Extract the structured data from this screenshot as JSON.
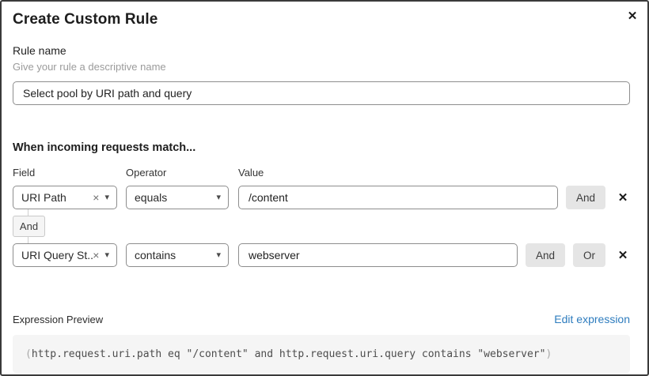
{
  "dialog": {
    "title": "Create Custom Rule"
  },
  "icons": {
    "close": "✕",
    "clear": "×",
    "caret_down": "▾",
    "remove_row": "✕"
  },
  "rule_name": {
    "label": "Rule name",
    "hint": "Give your rule a descriptive name",
    "value": "Select pool by URI path and query"
  },
  "match_section": {
    "heading": "When incoming requests match...",
    "columns": {
      "field": "Field",
      "operator": "Operator",
      "value": "Value"
    },
    "rows": [
      {
        "field": "URI Path",
        "operator": "equals",
        "value": "/content",
        "buttons": [
          "And"
        ]
      },
      {
        "field": "URI Query St...",
        "operator": "contains",
        "value": "webserver",
        "buttons": [
          "And",
          "Or"
        ]
      }
    ],
    "connector_label": "And"
  },
  "expression": {
    "label": "Expression Preview",
    "edit_link": "Edit expression",
    "open_paren": "(",
    "body": "http.request.uri.path eq \"/content\" and http.request.uri.query contains \"webserver\"",
    "close_paren": ")"
  },
  "colors": {
    "link_blue": "#2e7cbe",
    "border_dark": "#3a3a3a",
    "input_border": "#8d8d8d",
    "button_gray": "#e5e5e5",
    "code_bg": "#f5f5f5"
  }
}
